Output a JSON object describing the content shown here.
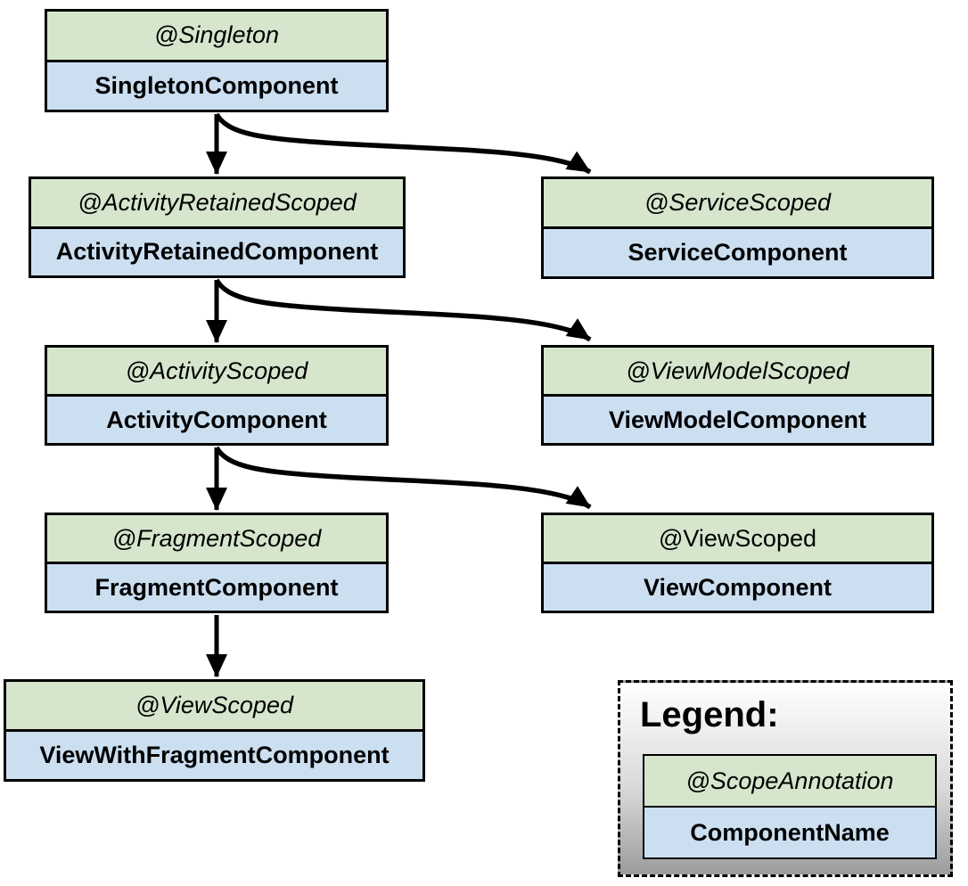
{
  "nodes": [
    {
      "id": "singleton",
      "annotation": "@Singleton",
      "component": "SingletonComponent"
    },
    {
      "id": "activity-retained",
      "annotation": "@ActivityRetainedScoped",
      "component": "ActivityRetainedComponent"
    },
    {
      "id": "service",
      "annotation": "@ServiceScoped",
      "component": "ServiceComponent"
    },
    {
      "id": "activity",
      "annotation": "@ActivityScoped",
      "component": "ActivityComponent"
    },
    {
      "id": "view-model",
      "annotation": "@ViewModelScoped",
      "component": "ViewModelComponent"
    },
    {
      "id": "fragment",
      "annotation": "@FragmentScoped",
      "component": "FragmentComponent"
    },
    {
      "id": "view",
      "annotation": "@ViewScoped",
      "component": "ViewComponent"
    },
    {
      "id": "view-with-fragment",
      "annotation": "@ViewScoped",
      "component": "ViewWithFragmentComponent"
    }
  ],
  "edges": [
    {
      "from": "SingletonComponent",
      "to": "ActivityRetainedComponent",
      "shape": "straight"
    },
    {
      "from": "SingletonComponent",
      "to": "ServiceComponent",
      "shape": "curved"
    },
    {
      "from": "ActivityRetainedComponent",
      "to": "ActivityComponent",
      "shape": "straight"
    },
    {
      "from": "ActivityRetainedComponent",
      "to": "ViewModelComponent",
      "shape": "curved"
    },
    {
      "from": "ActivityComponent",
      "to": "FragmentComponent",
      "shape": "straight"
    },
    {
      "from": "ActivityComponent",
      "to": "ViewComponent",
      "shape": "curved"
    },
    {
      "from": "FragmentComponent",
      "to": "ViewWithFragmentComponent",
      "shape": "straight"
    }
  ],
  "legend": {
    "title": "Legend:",
    "annotation": "@ScopeAnnotation",
    "component": "ComponentName"
  },
  "colors": {
    "annotation_bg": "#d5e6cc",
    "component_bg": "#cbdff1",
    "border": "#000000",
    "arrow": "#000000",
    "legend_top": "#ffffff",
    "legend_bottom": "#9c9c9c"
  }
}
